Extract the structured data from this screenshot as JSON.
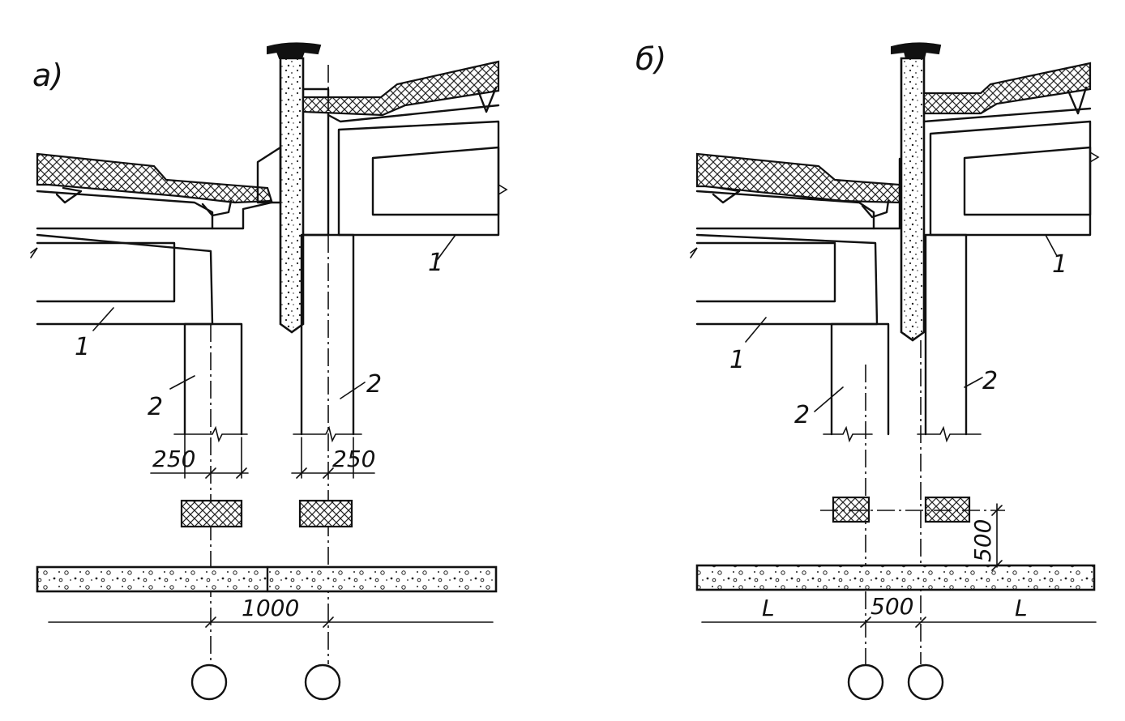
{
  "panels": {
    "a": {
      "title": "а)",
      "label_beam_left": "1",
      "label_beam_right": "1",
      "label_col_left": "2",
      "label_col_right": "2",
      "dim_left": "250",
      "dim_right": "250",
      "dim_spacing": "1000"
    },
    "b": {
      "title": "б)",
      "label_beam_left": "1",
      "label_beam_right": "1",
      "label_col_left": "2",
      "label_col_right": "2",
      "dim_vertical": "500",
      "dim_span_left": "L",
      "dim_spacing": "500",
      "dim_span_right": "L"
    }
  }
}
